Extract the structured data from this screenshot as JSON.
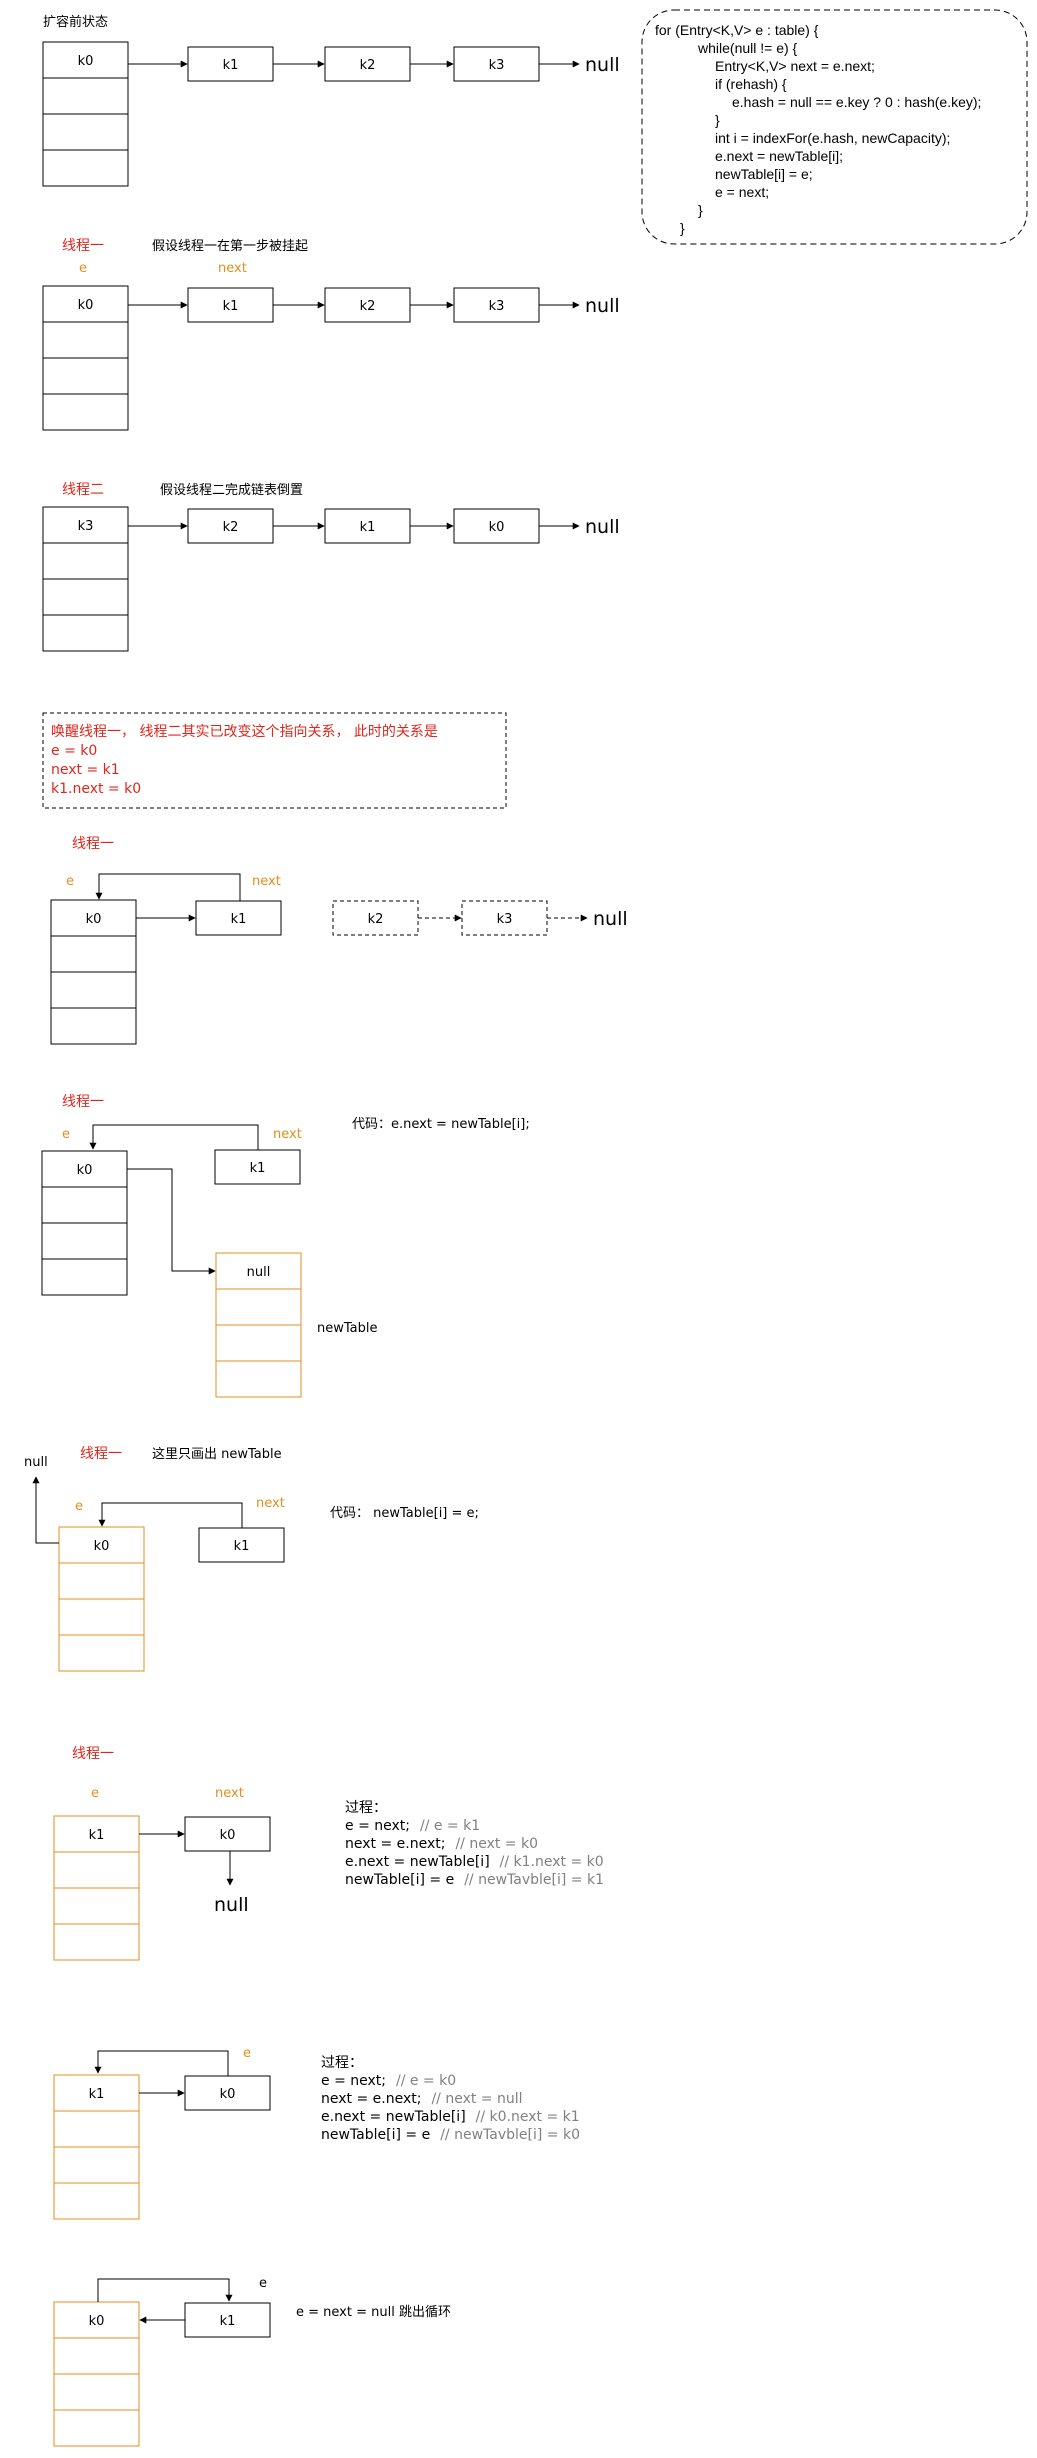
{
  "code_block": {
    "lines": [
      "for (Entry<K,V> e : table) {",
      "while(null != e) {",
      "Entry<K,V> next = e.next;",
      "if (rehash) {",
      "e.hash = null == e.key ? 0 : hash(e.key);",
      "}",
      "int i = indexFor(e.hash, newCapacity);",
      "e.next = newTable[i];",
      "newTable[i] = e;",
      "e = next;",
      "}",
      "}"
    ]
  },
  "colors": {
    "red": "#e0261c",
    "orange": "#e38e1f",
    "black": "#000000",
    "gray": "#808080"
  },
  "section1": {
    "title": "扩容前状态",
    "bucket0": "k0",
    "nodes": [
      "k1",
      "k2",
      "k3"
    ],
    "null_label": "null"
  },
  "section2": {
    "thread_label": "线程一",
    "desc": "假设线程一在第一步被挂起",
    "e_label": "e",
    "next_label": "next",
    "bucket0": "k0",
    "nodes": [
      "k1",
      "k2",
      "k3"
    ],
    "null_label": "null"
  },
  "section3": {
    "thread_label": "线程二",
    "desc": "假设线程二完成链表倒置",
    "bucket0": "k3",
    "nodes": [
      "k2",
      "k1",
      "k0"
    ],
    "null_label": "null"
  },
  "note": {
    "lines": [
      "唤醒线程一， 线程二其实已改变这个指向关系， 此时的关系是",
      "e = k0",
      "next = k1",
      "k1.next = k0"
    ]
  },
  "section4": {
    "thread_label": "线程一",
    "e_label": "e",
    "next_label": "next",
    "bucket0": "k0",
    "node": "k1",
    "dashed_nodes": [
      "k2",
      "k3"
    ],
    "null_label": "null"
  },
  "section5": {
    "thread_label": "线程一",
    "e_label": "e",
    "next_label": "next",
    "bucket0": "k0",
    "node": "k1",
    "code": "代码：e.next = newTable[i];",
    "new_bucket0": "null",
    "new_table_label": "newTable"
  },
  "section6": {
    "null_label": "null",
    "thread_label": "线程一",
    "desc": "这里只画出 newTable",
    "e_label": "e",
    "next_label": "next",
    "bucket0": "k0",
    "node": "k1",
    "code": "代码：  newTable[i] = e;"
  },
  "section7": {
    "thread_label": "线程一",
    "e_label": "e",
    "next_label": "next",
    "bucket0": "k1",
    "node": "k0",
    "null_label": "null",
    "process_title": "过程：",
    "process": [
      {
        "code": "e = next;",
        "comment": "// e = k1"
      },
      {
        "code": "next = e.next;",
        "comment": "// next =  k0"
      },
      {
        "code": "e.next = newTable[i]",
        "comment": "// k1.next = k0"
      },
      {
        "code": "newTable[i] = e",
        "comment": "// newTavble[i] = k1"
      }
    ]
  },
  "section8": {
    "e_label": "e",
    "bucket0": "k1",
    "node": "k0",
    "process_title": "过程：",
    "process": [
      {
        "code": "e = next;",
        "comment": "// e = k0"
      },
      {
        "code": "next = e.next;",
        "comment": "// next =  null"
      },
      {
        "code": "e.next = newTable[i]",
        "comment": "// k0.next = k1"
      },
      {
        "code": "newTable[i] = e",
        "comment": "// newTavble[i] = k0"
      }
    ]
  },
  "section9": {
    "e_label": "e",
    "bucket0": "k0",
    "node": "k1",
    "desc": "e = next = null 跳出循环"
  }
}
